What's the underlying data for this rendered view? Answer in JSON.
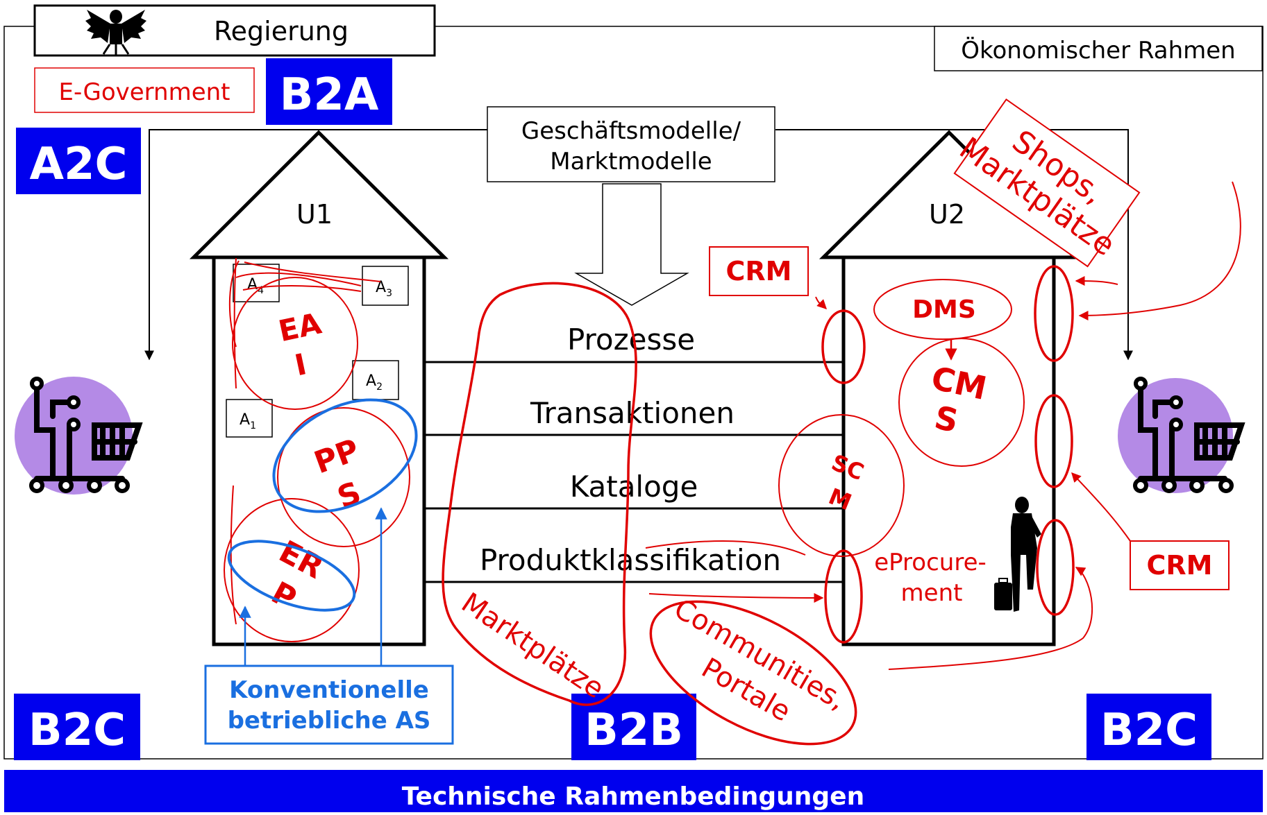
{
  "government": {
    "label": "Regierung",
    "egov": "E-Government"
  },
  "frames": {
    "economic": "Ökonomischer Rahmen",
    "technical": "Technische Rahmenbedingungen"
  },
  "badges": {
    "b2a": "B2A",
    "a2c": "A2C",
    "b2c_left": "B2C",
    "b2b": "B2B",
    "b2c_right": "B2C"
  },
  "models": {
    "line1": "Geschäftsmodelle/",
    "line2": "Marktmodelle"
  },
  "houses": {
    "u1": "U1",
    "u2": "U2"
  },
  "layers": [
    "Prozesse",
    "Transaktionen",
    "Kataloge",
    "Produktklassifikation"
  ],
  "apps": {
    "a1": "A",
    "a2": "A",
    "a3": "A",
    "a4": "A",
    "s1": "1",
    "s2": "2",
    "s3": "3",
    "s4": "4"
  },
  "systems": {
    "eai1": "EA",
    "eai2": "I",
    "pps1": "PP",
    "pps2": "S",
    "erp1": "ER",
    "erp2": "P",
    "dms": "DMS",
    "cms1": "CM",
    "cms2": "S",
    "scm1": "SC",
    "scm2": "M",
    "eproc1": "eProcure-",
    "eproc2": "ment"
  },
  "labels": {
    "crm_top": "CRM",
    "crm_right": "CRM",
    "shops1": "Shops,",
    "shops2": "Marktplätze",
    "marktplaetze": "Marktplätze",
    "communities1": "Communities,",
    "communities2": "Portale",
    "conv1": "Konventionelle",
    "conv2": "betriebliche AS"
  },
  "colors": {
    "accent_blue": "#0000ee",
    "hand_red": "#e00000",
    "as_blue": "#1a6fe0",
    "cart_circle": "#b48ae6"
  },
  "icons": [
    "eagle-icon",
    "shopping-cart-icon",
    "businessman-icon"
  ]
}
